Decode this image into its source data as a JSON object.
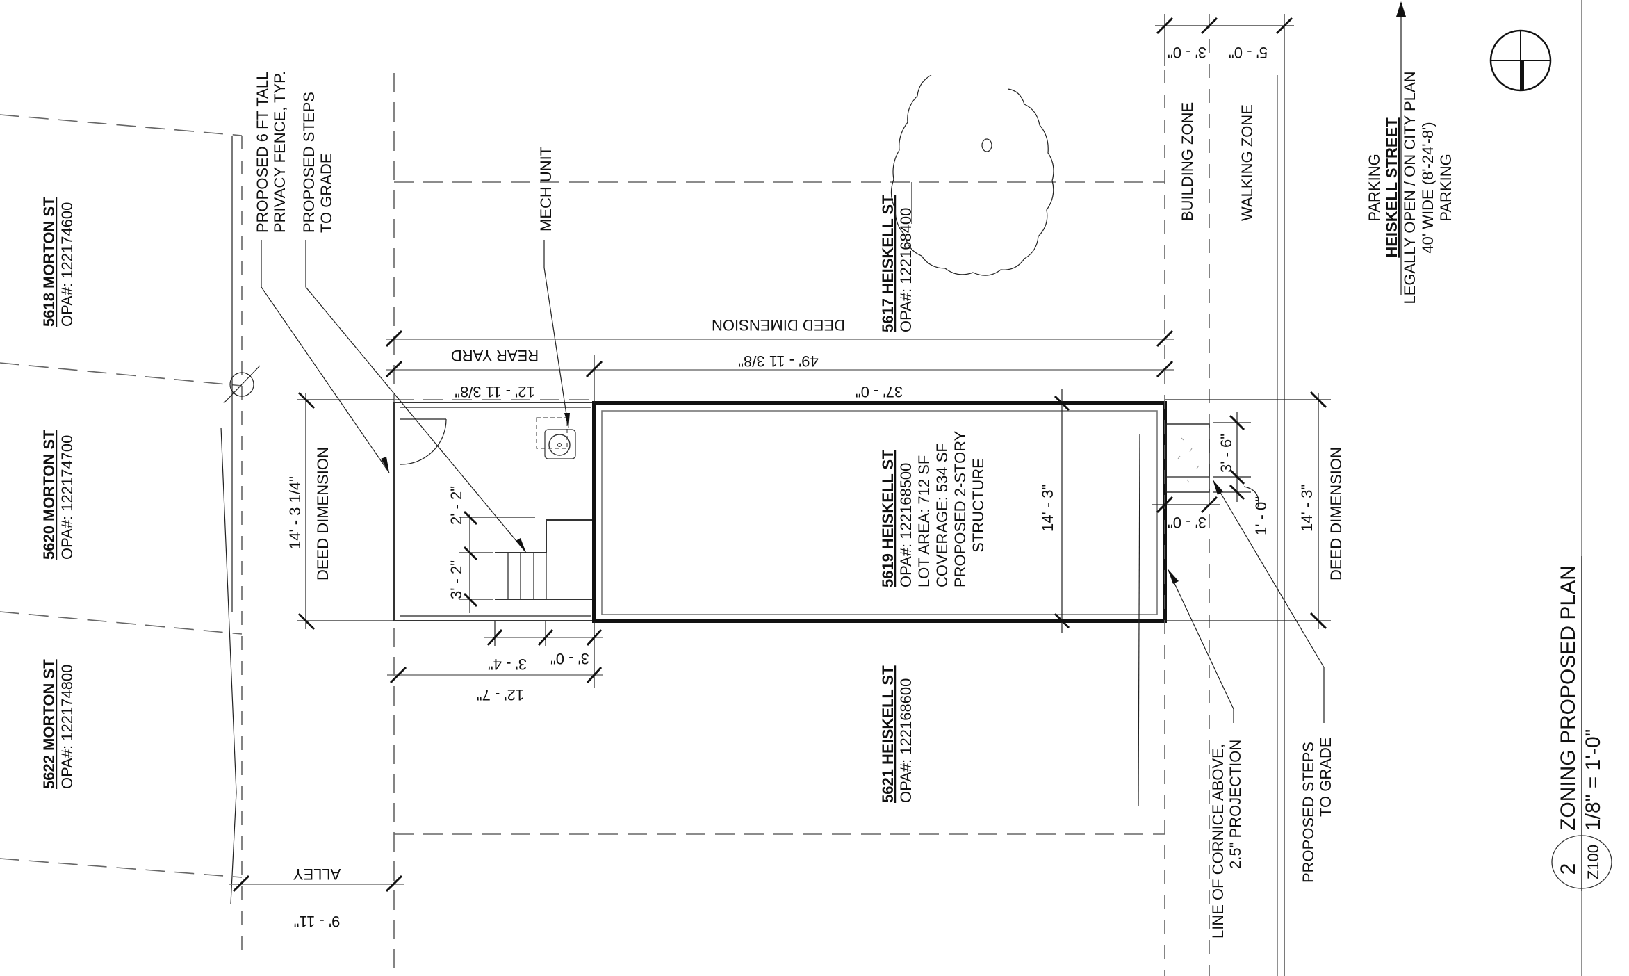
{
  "drawing": {
    "title": "ZONING PROPOSED PLAN",
    "scale": "1/8\" = 1'-0\"",
    "detail_number": "2",
    "sheet_number": "Z100"
  },
  "subject_property": {
    "address": "5619 HEISKELL ST",
    "opa": "OPA#: 122168500",
    "lot_area": "LOT AREA: 712 SF",
    "coverage": "COVERAGE: 534 SF",
    "proposal_line1": "PROPOSED 2-STORY",
    "proposal_line2": "STRUCTURE"
  },
  "neighbors": [
    {
      "address": "5618 MORTON ST",
      "opa": "OPA#: 122174600"
    },
    {
      "address": "5620 MORTON ST",
      "opa": "OPA#: 122174700"
    },
    {
      "address": "5622 MORTON ST",
      "opa": "OPA#: 122174800"
    },
    {
      "address": "5617 HEISKELL ST",
      "opa": "OPA#: 122168400"
    },
    {
      "address": "5621 HEISKELL ST",
      "opa": "OPA#: 122168600"
    }
  ],
  "street": {
    "parking_top": "PARKING",
    "name": "HEISKELL STREET",
    "status": "LEGALLY OPEN / ON CITY PLAN",
    "width": "40' WIDE (8'-24'-8')",
    "parking_bottom": "PARKING"
  },
  "zones": {
    "building_zone": "BUILDING ZONE",
    "walking_zone": "WALKING ZONE",
    "building_zone_width": "3' - 0\"",
    "walking_zone_width": "5' - 0\""
  },
  "annotations": {
    "fence_line1": "PROPOSED 6 FT TALL",
    "fence_line2": "PRIVACY FENCE, TYP.",
    "rear_steps_line1": "PROPOSED STEPS",
    "rear_steps_line2": "TO GRADE",
    "mech_unit": "MECH UNIT",
    "cornice_line1": "LINE OF CORNICE ABOVE,",
    "cornice_line2": "2.5\" PROJECTION",
    "front_steps_line1": "PROPOSED STEPS",
    "front_steps_line2": "TO GRADE",
    "rear_yard": "REAR YARD",
    "deed_dimension_top": "DEED DIMENSION",
    "deed_dimension_left": "DEED DIMENSION",
    "deed_dimension_right": "DEED DIMENSION",
    "alley": "ALLEY"
  },
  "dimensions": {
    "lot_depth": "49' - 11 3/8\"",
    "rear_yard_depth": "12' - 11 3/8\"",
    "building_depth": "37' - 0\"",
    "lot_width_left": "14' - 3 1/4\"",
    "lot_width_building": "14' - 3\"",
    "lot_width_right": "14' - 3\"",
    "stair_offset": "2' - 2\"",
    "stair_width": "3' - 2\"",
    "stair_run": "3' - 4\"",
    "stair_landing": "3' - 0\"",
    "rear_overall": "12' - 7\"",
    "alley_width": "9' - 11\"",
    "front_step_width": "3' - 6\"",
    "front_step_offset": "1' - 0\"",
    "front_step_depth": "3' - 0\""
  }
}
